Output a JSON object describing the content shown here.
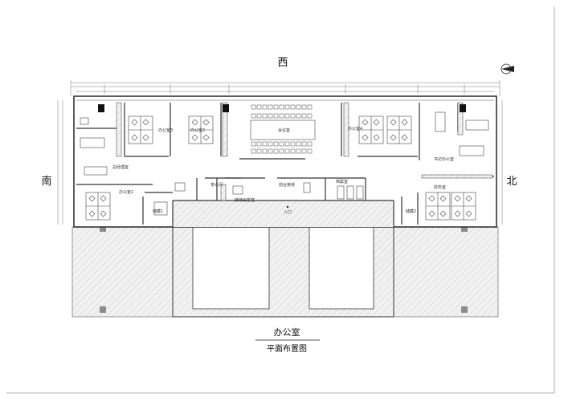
{
  "compass": {
    "west": "西",
    "south": "南",
    "north": "北"
  },
  "rooms": {
    "office1": "办公室1",
    "office2": "办公室2",
    "office3": "办公室3",
    "office4": "办公室4",
    "meeting": "会议室",
    "gm_office": "总经理室",
    "tea_room": "茶水间",
    "reception_lounge": "接待会客室",
    "front_desk": "前台接待",
    "archive": "档案室",
    "secretary_office": "书记办公室",
    "finance": "财务室",
    "storage1": "储藏1",
    "storage2": "储藏2",
    "entrance": "入口"
  },
  "title": {
    "main": "办公室",
    "sub": "平面布置图"
  },
  "colors": {
    "line": "#333333",
    "hatch": "#d8d8d8",
    "column": "#8c8c8c"
  }
}
